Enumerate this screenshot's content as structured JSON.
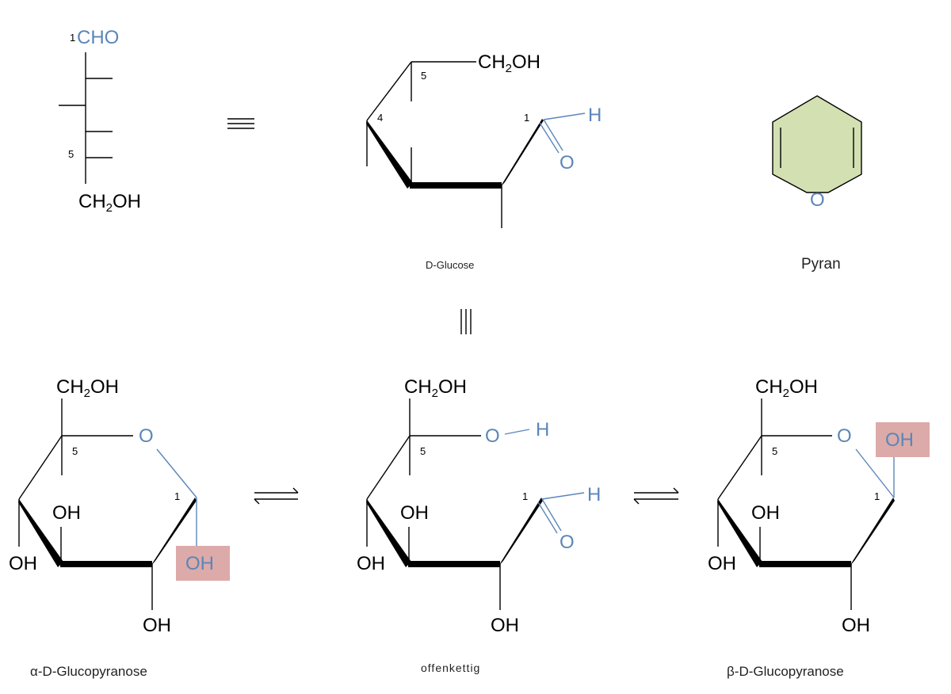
{
  "fischer": {
    "top_group": "CHO",
    "bottom_group_pre": "CH",
    "bottom_group_sub": "2",
    "bottom_group_post": "OH",
    "carbon_1": "1",
    "carbon_5": "5"
  },
  "equiv_symbol": "≡",
  "glucose_chain": {
    "ch2oh_pre": "CH",
    "ch2oh_sub": "2",
    "ch2oh_post": "OH",
    "h": "H",
    "o": "O",
    "carbon_1": "1",
    "carbon_4": "4",
    "carbon_5": "5",
    "caption": "D-Glucose"
  },
  "pyran": {
    "o": "O",
    "caption": "Pyran",
    "ring_fill": "#d3e0b2"
  },
  "alpha": {
    "ch2oh_pre": "CH",
    "ch2oh_sub": "2",
    "ch2oh_post": "OH",
    "ring_o": "O",
    "oh_c4": "OH",
    "oh_c3": "OH",
    "oh_c2": "OH",
    "oh_anomeric": "OH",
    "carbon_1": "1",
    "carbon_5": "5",
    "caption": "α-D-Glucopyranose"
  },
  "open": {
    "ch2oh_pre": "CH",
    "ch2oh_sub": "2",
    "ch2oh_post": "OH",
    "o5": "O",
    "h5": "H",
    "oh_c4": "OH",
    "oh_c3": "OH",
    "oh_c2": "OH",
    "h1": "H",
    "o1": "O",
    "carbon_1": "1",
    "carbon_5": "5",
    "caption": "offenkettig"
  },
  "beta": {
    "ch2oh_pre": "CH",
    "ch2oh_sub": "2",
    "ch2oh_post": "OH",
    "ring_o": "O",
    "oh_anomeric": "OH",
    "oh_c4": "OH",
    "oh_c3": "OH",
    "oh_c2": "OH",
    "carbon_1": "1",
    "carbon_5": "5",
    "caption": "β-D-Glucopyranose"
  },
  "colors": {
    "highlight": "#dcaaa9",
    "accent_blue": "#5b86b8"
  }
}
